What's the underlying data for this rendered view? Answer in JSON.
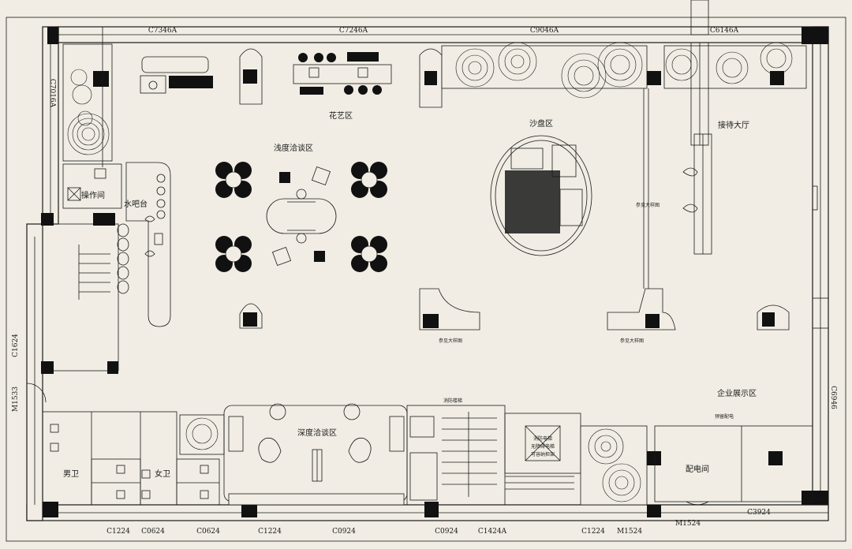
{
  "rooms": {
    "flower_zone": "花艺区",
    "sand_table_zone": "沙盘区",
    "reception_hall": "接待大厅",
    "shallow_talk_zone": "浅度洽谈区",
    "operation_room": "操作间",
    "water_bar": "水吧台",
    "deep_talk_zone": "深度洽谈区",
    "men_wc": "男卫",
    "women_wc": "女卫",
    "electrical_room": "配电间",
    "corporate_display_zone": "企业展示区"
  },
  "windows_top": [
    "C7346A",
    "C7246A",
    "C9046A",
    "C6146A"
  ],
  "windows_left": [
    "C7016A",
    "C1624",
    "M1533"
  ],
  "windows_right": [
    "C6946"
  ],
  "windows_bottom": [
    "C1224",
    "C0624",
    "C0624",
    "C1224",
    "C0924",
    "C0924",
    "C1424A",
    "C1224",
    "M1524",
    "M1524",
    "C3924"
  ],
  "elevator_note": [
    "消防电梯",
    "无障碍电梯",
    "可容纳担架"
  ],
  "small_notes": {
    "note_a": "参见大样图",
    "note_b": "参见大样图",
    "note_c": "参见大样图",
    "note_d": "参见大样图",
    "note_e": "预留配电",
    "note_f": "消防楼梯"
  },
  "colors": {
    "background": "#f1ede4",
    "line": "#1a1a1a",
    "fill": "#111111"
  }
}
